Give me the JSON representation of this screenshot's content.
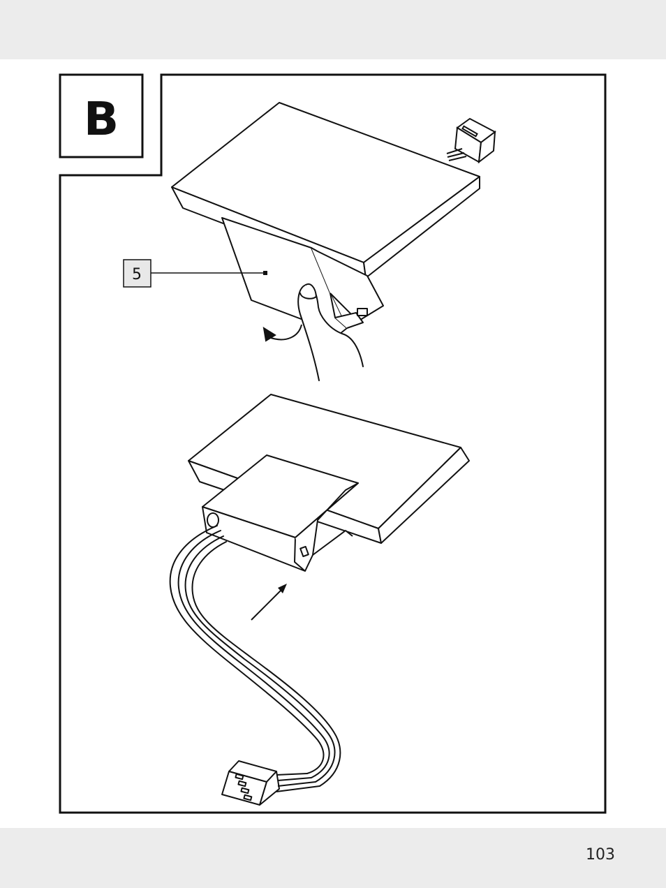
{
  "panel": {
    "letter": "B"
  },
  "callouts": [
    {
      "label": "5"
    }
  ],
  "footer": {
    "page_number": "103"
  }
}
